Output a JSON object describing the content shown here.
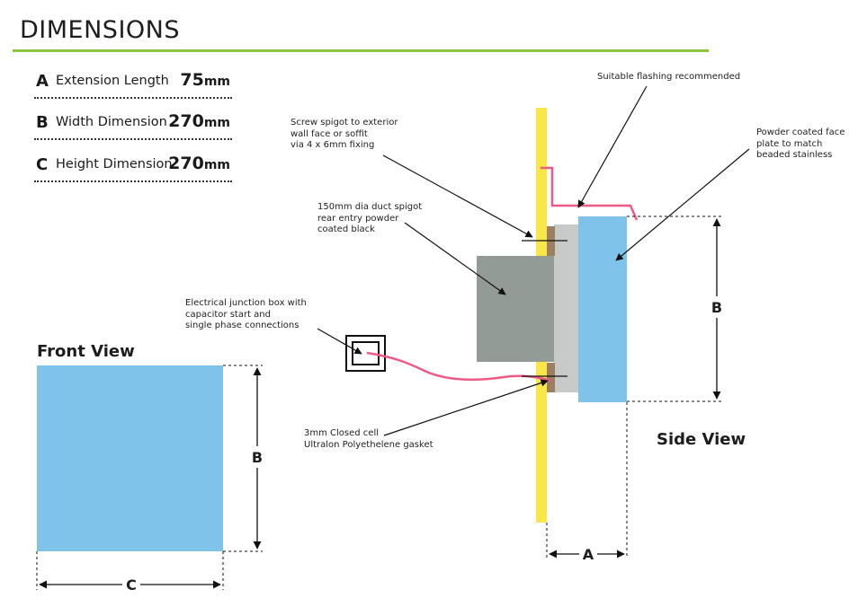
{
  "title": "DIMENSIONS",
  "specs": [
    {
      "letter": "A",
      "label": "Extension Length",
      "value": "75",
      "unit": "mm"
    },
    {
      "letter": "B",
      "label": "Width Dimension",
      "value": "270",
      "unit": "mm"
    },
    {
      "letter": "C",
      "label": "Height Dimension",
      "value": "270",
      "unit": "mm"
    }
  ],
  "views": {
    "front": "Front View",
    "side": "Side View"
  },
  "dimension_letters": {
    "a": "A",
    "b": "B",
    "c": "C"
  },
  "notes": {
    "flashing": "Suitable flashing recommended",
    "screw": "Screw spigot to exterior\nwall face or soffit\nvia 4 x 6mm fixing",
    "face_plate": "Powder coated face\nplate to match\nbeaded stainless",
    "duct": "150mm dia duct spigot\nrear entry powder\ncoated black",
    "junction": "Electrical junction box with\ncapacitor start and\nsingle phase connections",
    "gasket": "3mm Closed cell\nUltralon Polyethelene gasket"
  },
  "colors": {
    "accent_green": "#8cc63f",
    "face_plate_blue": "#7fc3ea",
    "wall_yellow": "#f9e74a",
    "flashing_pink": "#ee5a86",
    "spigot_grey": "#939b97",
    "gasket_brown": "#9c7f63",
    "body_light_grey": "#c7cac8"
  }
}
